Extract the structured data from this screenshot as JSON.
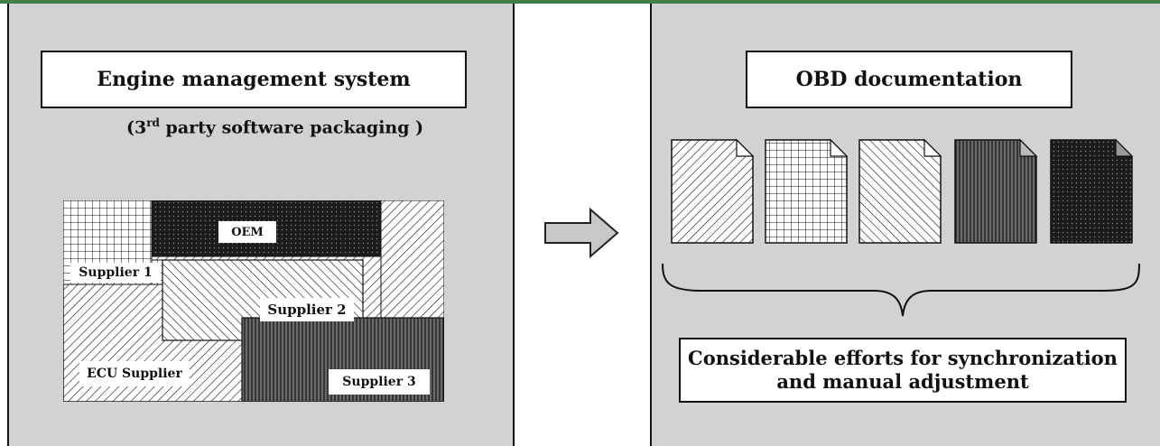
{
  "left_panel": {
    "title": "Engine management system",
    "subtitle_prefix": "(3",
    "subtitle_sup": "rd",
    "subtitle_suffix": " party software packaging )",
    "regions": {
      "oem": "OEM",
      "supplier1": "Supplier 1",
      "supplier2": "Supplier 2",
      "supplier3": "Supplier 3",
      "ecu": "ECU Supplier"
    }
  },
  "arrow": {
    "icon": "right-arrow-icon"
  },
  "right_panel": {
    "title": "OBD documentation",
    "documents": [
      {
        "pattern": "diagonal-hatch"
      },
      {
        "pattern": "grid"
      },
      {
        "pattern": "reverse-diagonal-hatch"
      },
      {
        "pattern": "vertical-lines"
      },
      {
        "pattern": "dark-dots"
      }
    ],
    "conclusion_line1": "Considerable efforts for synchronization",
    "conclusion_line2": "and manual adjustment"
  }
}
